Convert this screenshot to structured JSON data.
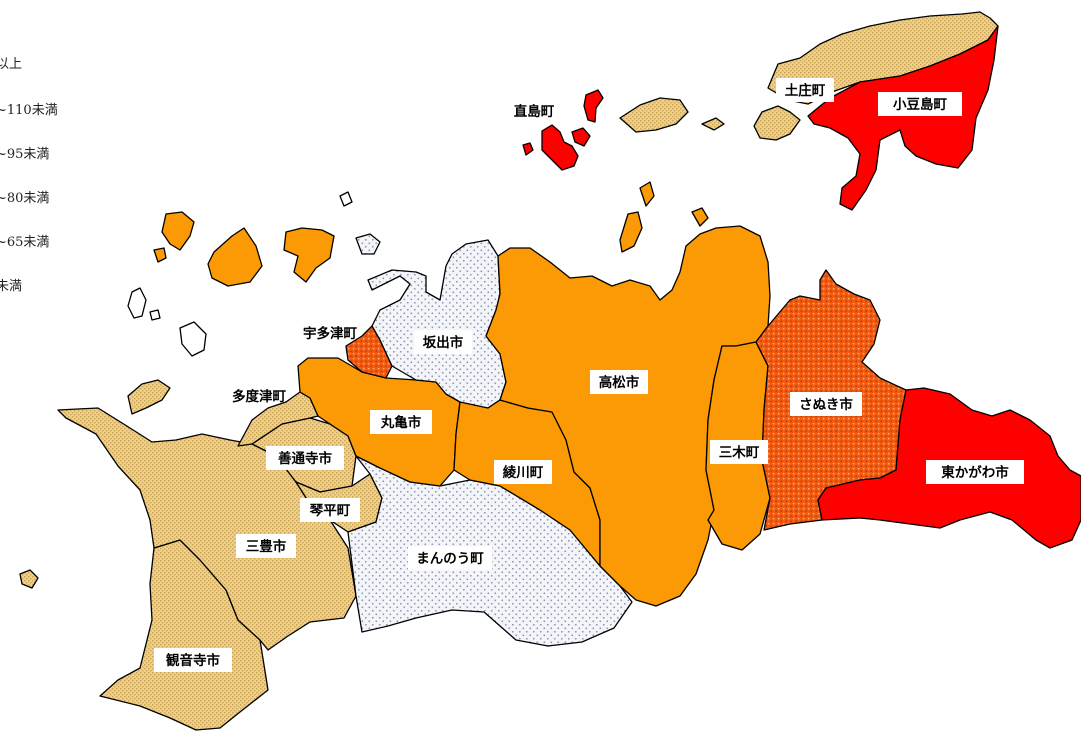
{
  "legend": {
    "items": [
      {
        "label": "以上"
      },
      {
        "label": "~110未満"
      },
      {
        "label": "~95未満"
      },
      {
        "label": "~80未満"
      },
      {
        "label": "~65未満"
      },
      {
        "label": "未満"
      }
    ]
  },
  "colors": {
    "red": "#ff0000",
    "orange": "#fb9a04",
    "dark_orange": "#f25a10",
    "tan": "#f2cf86",
    "pale": "#eef0f4",
    "outline": "#000000"
  },
  "regions": {
    "shodoshima": "小豆島町",
    "tonosho": "土庄町",
    "naoshima": "直島町",
    "sakaide": "坂出市",
    "utazu": "宇多津町",
    "tadotsu": "多度津町",
    "takamatsu": "高松市",
    "miki": "三木町",
    "sanuki": "さぬき市",
    "higashikagawa": "東かがわ市",
    "marugame": "丸亀市",
    "ayagawa": "綾川町",
    "zentsuji": "善通寺市",
    "kotohira": "琴平町",
    "mitoyo": "三豊市",
    "manno": "まんのう町",
    "kanonji": "観音寺市"
  }
}
